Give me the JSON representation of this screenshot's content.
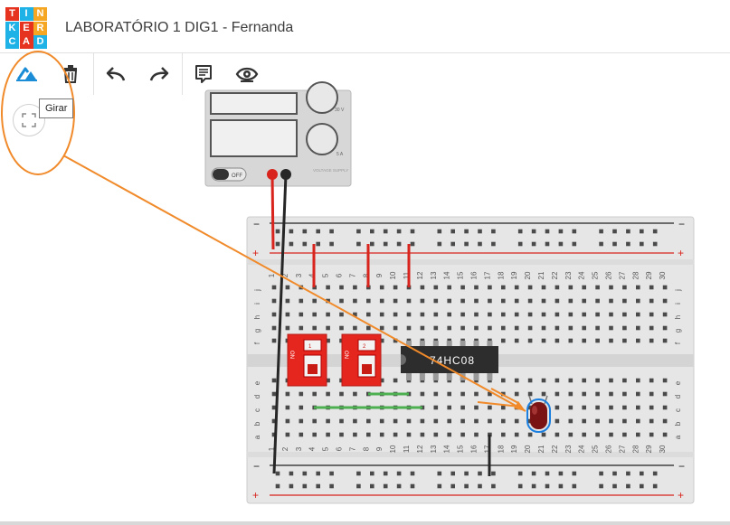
{
  "app": {
    "title": "LABORATÓRIO 1 DIG1 - Fernanda",
    "logo_letters": [
      "T",
      "I",
      "N",
      "K",
      "E",
      "R",
      "C",
      "A",
      "D"
    ],
    "logo_colors": [
      "#e6331f",
      "#1eb2e6",
      "#f5a623",
      "#1eb2e6",
      "#e6331f",
      "#f5a623",
      "#1eb2e6",
      "#e6331f",
      "#1eb2e6"
    ]
  },
  "toolbar": {
    "tools": [
      {
        "name": "rotate-icon",
        "accent": "#1b8cd6"
      },
      {
        "name": "trash-icon"
      },
      {
        "name": "undo-icon"
      },
      {
        "name": "redo-icon"
      },
      {
        "name": "notes-icon"
      },
      {
        "name": "visibility-icon"
      }
    ],
    "tooltip": "Girar"
  },
  "power_supply": {
    "off_label": "OFF",
    "voltage_label": "30 V",
    "current_label": "5 A",
    "caption": "VOLTAGE SUPPLY"
  },
  "breadboard": {
    "row_labels_top": [
      "j",
      "i",
      "h",
      "g",
      "f"
    ],
    "row_labels_bottom": [
      "e",
      "d",
      "c",
      "b",
      "a"
    ],
    "columns": [
      "1",
      "2",
      "3",
      "4",
      "5",
      "6",
      "7",
      "8",
      "9",
      "10",
      "11",
      "12",
      "13",
      "14",
      "15",
      "16",
      "17",
      "18",
      "19",
      "20",
      "21",
      "22",
      "23",
      "24",
      "25",
      "26",
      "27",
      "28",
      "29",
      "30"
    ],
    "rail_minus": "−",
    "rail_plus": "+"
  },
  "chip": {
    "label": "74HC08"
  },
  "dip_switch": {
    "on_label": "ON",
    "numbers": [
      "1",
      "2"
    ]
  },
  "colors": {
    "annotation": "#f08a2a",
    "wire_red": "#d8241c",
    "wire_black": "#262626",
    "wire_green": "#4caf50",
    "dip_red": "#e5261f",
    "led_red": "#7a1414",
    "selection": "#1b7fe0"
  }
}
